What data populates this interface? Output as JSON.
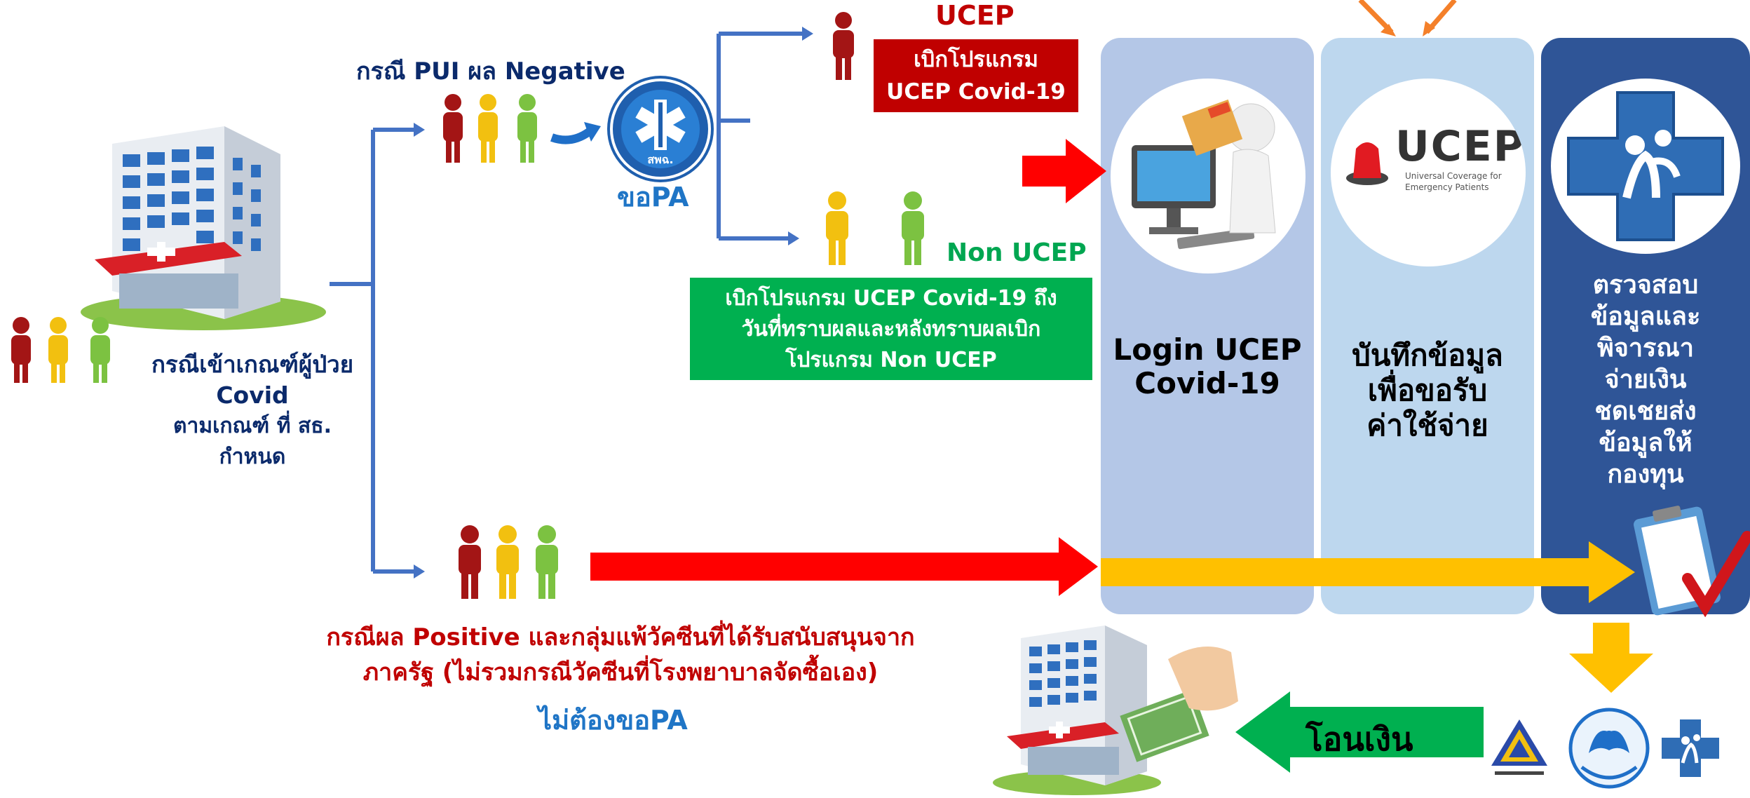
{
  "left_case": {
    "line1": "กรณีเข้าเกณฑ์ผู้ป่วย",
    "line2": "Covid",
    "line3": "ตามเกณฑ์ ที่ สธ.",
    "line4": "กำหนด"
  },
  "pui_case": {
    "title": "กรณี PUI ผล Negative",
    "pa_label": "ขอPA"
  },
  "ucep": {
    "label": "UCEP",
    "box_line1": "เบิกโปรแกรม",
    "box_line2": "UCEP Covid-19"
  },
  "non_ucep": {
    "label": "Non UCEP",
    "box_line1": "เบิกโปรแกรม UCEP Covid-19 ถึง",
    "box_line2": "วันที่ทราบผลและหลังทราบผลเบิก",
    "box_line3": "โปรแกรม Non UCEP"
  },
  "positive_case": {
    "line1": "กรณีผล Positive และกลุ่มแพ้วัคซีนที่ได้รับสนับสนุนจาก",
    "line2": "ภาครัฐ (ไม่รวมกรณีวัคซีนที่โรงพยาบาลจัดซื้อเอง)",
    "no_pa": "ไม่ต้องขอPA"
  },
  "panels": {
    "login": {
      "line1": "Login UCEP",
      "line2": "Covid-19"
    },
    "record": {
      "line1": "บันทึกข้อมูล",
      "line2": "เพื่อขอรับ",
      "line3": "ค่าใช้จ่าย"
    },
    "verify": {
      "line1": "ตรวจสอบ",
      "line2": "ข้อมูลและ",
      "line3": "พิจารณา",
      "line4": "จ่ายเงิน",
      "line5": "ชดเชยส่ง",
      "line6": "ข้อมูลให้",
      "line7": "กองทุน"
    }
  },
  "ucep_logo": {
    "text": "UCEP",
    "sub1": "Universal Coverage for",
    "sub2": "Emergency Patients"
  },
  "niems_logo_text": "สพฉ.",
  "transfer_label": "โอนเงิน",
  "colors": {
    "blue_text": "#0b2a6b",
    "red": "#e8131a",
    "dark_red": "#c00000",
    "green": "#00a651",
    "yellow": "#ffc000",
    "panel1": "#b4c7e7",
    "panel2": "#bdd7ee",
    "panel3": "#2f5597",
    "connector": "#4472c4"
  }
}
